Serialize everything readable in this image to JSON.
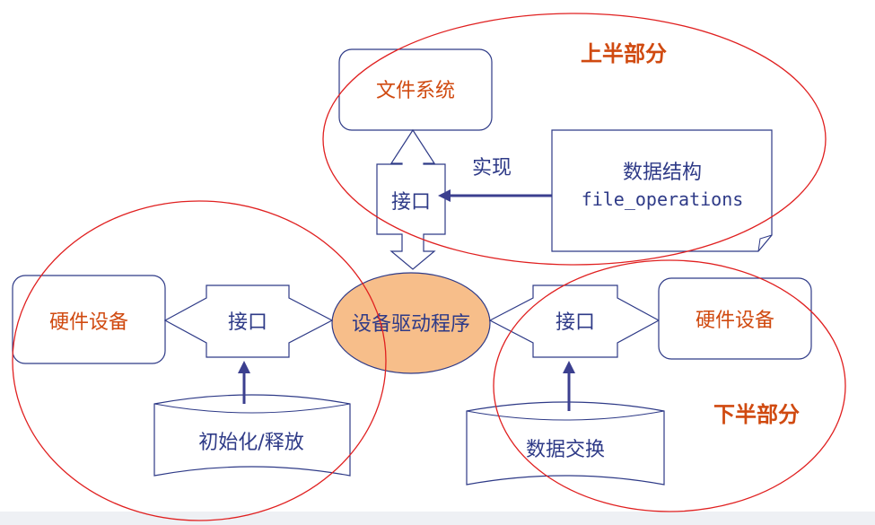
{
  "colors": {
    "box_stroke": "#2e3a87",
    "text_blue": "#2e3a87",
    "arrow_blue": "#3b3f8f",
    "ellipse_red": "#e02020",
    "label_orange": "#d04a10",
    "core_fill": "#f7be8a"
  },
  "regions": {
    "upper": "上半部分",
    "lower": "下半部分"
  },
  "nodes": {
    "file_system": "文件系统",
    "interface_top": "接口",
    "implement_label": "实现",
    "data_struct_title": "数据结构",
    "data_struct_name": "file_operations",
    "hw_left": "硬件设备",
    "interface_left": "接口",
    "driver": "设备驱动程序",
    "interface_right": "接口",
    "hw_right": "硬件设备",
    "init_release": "初始化/释放",
    "data_exchange": "数据交换"
  }
}
